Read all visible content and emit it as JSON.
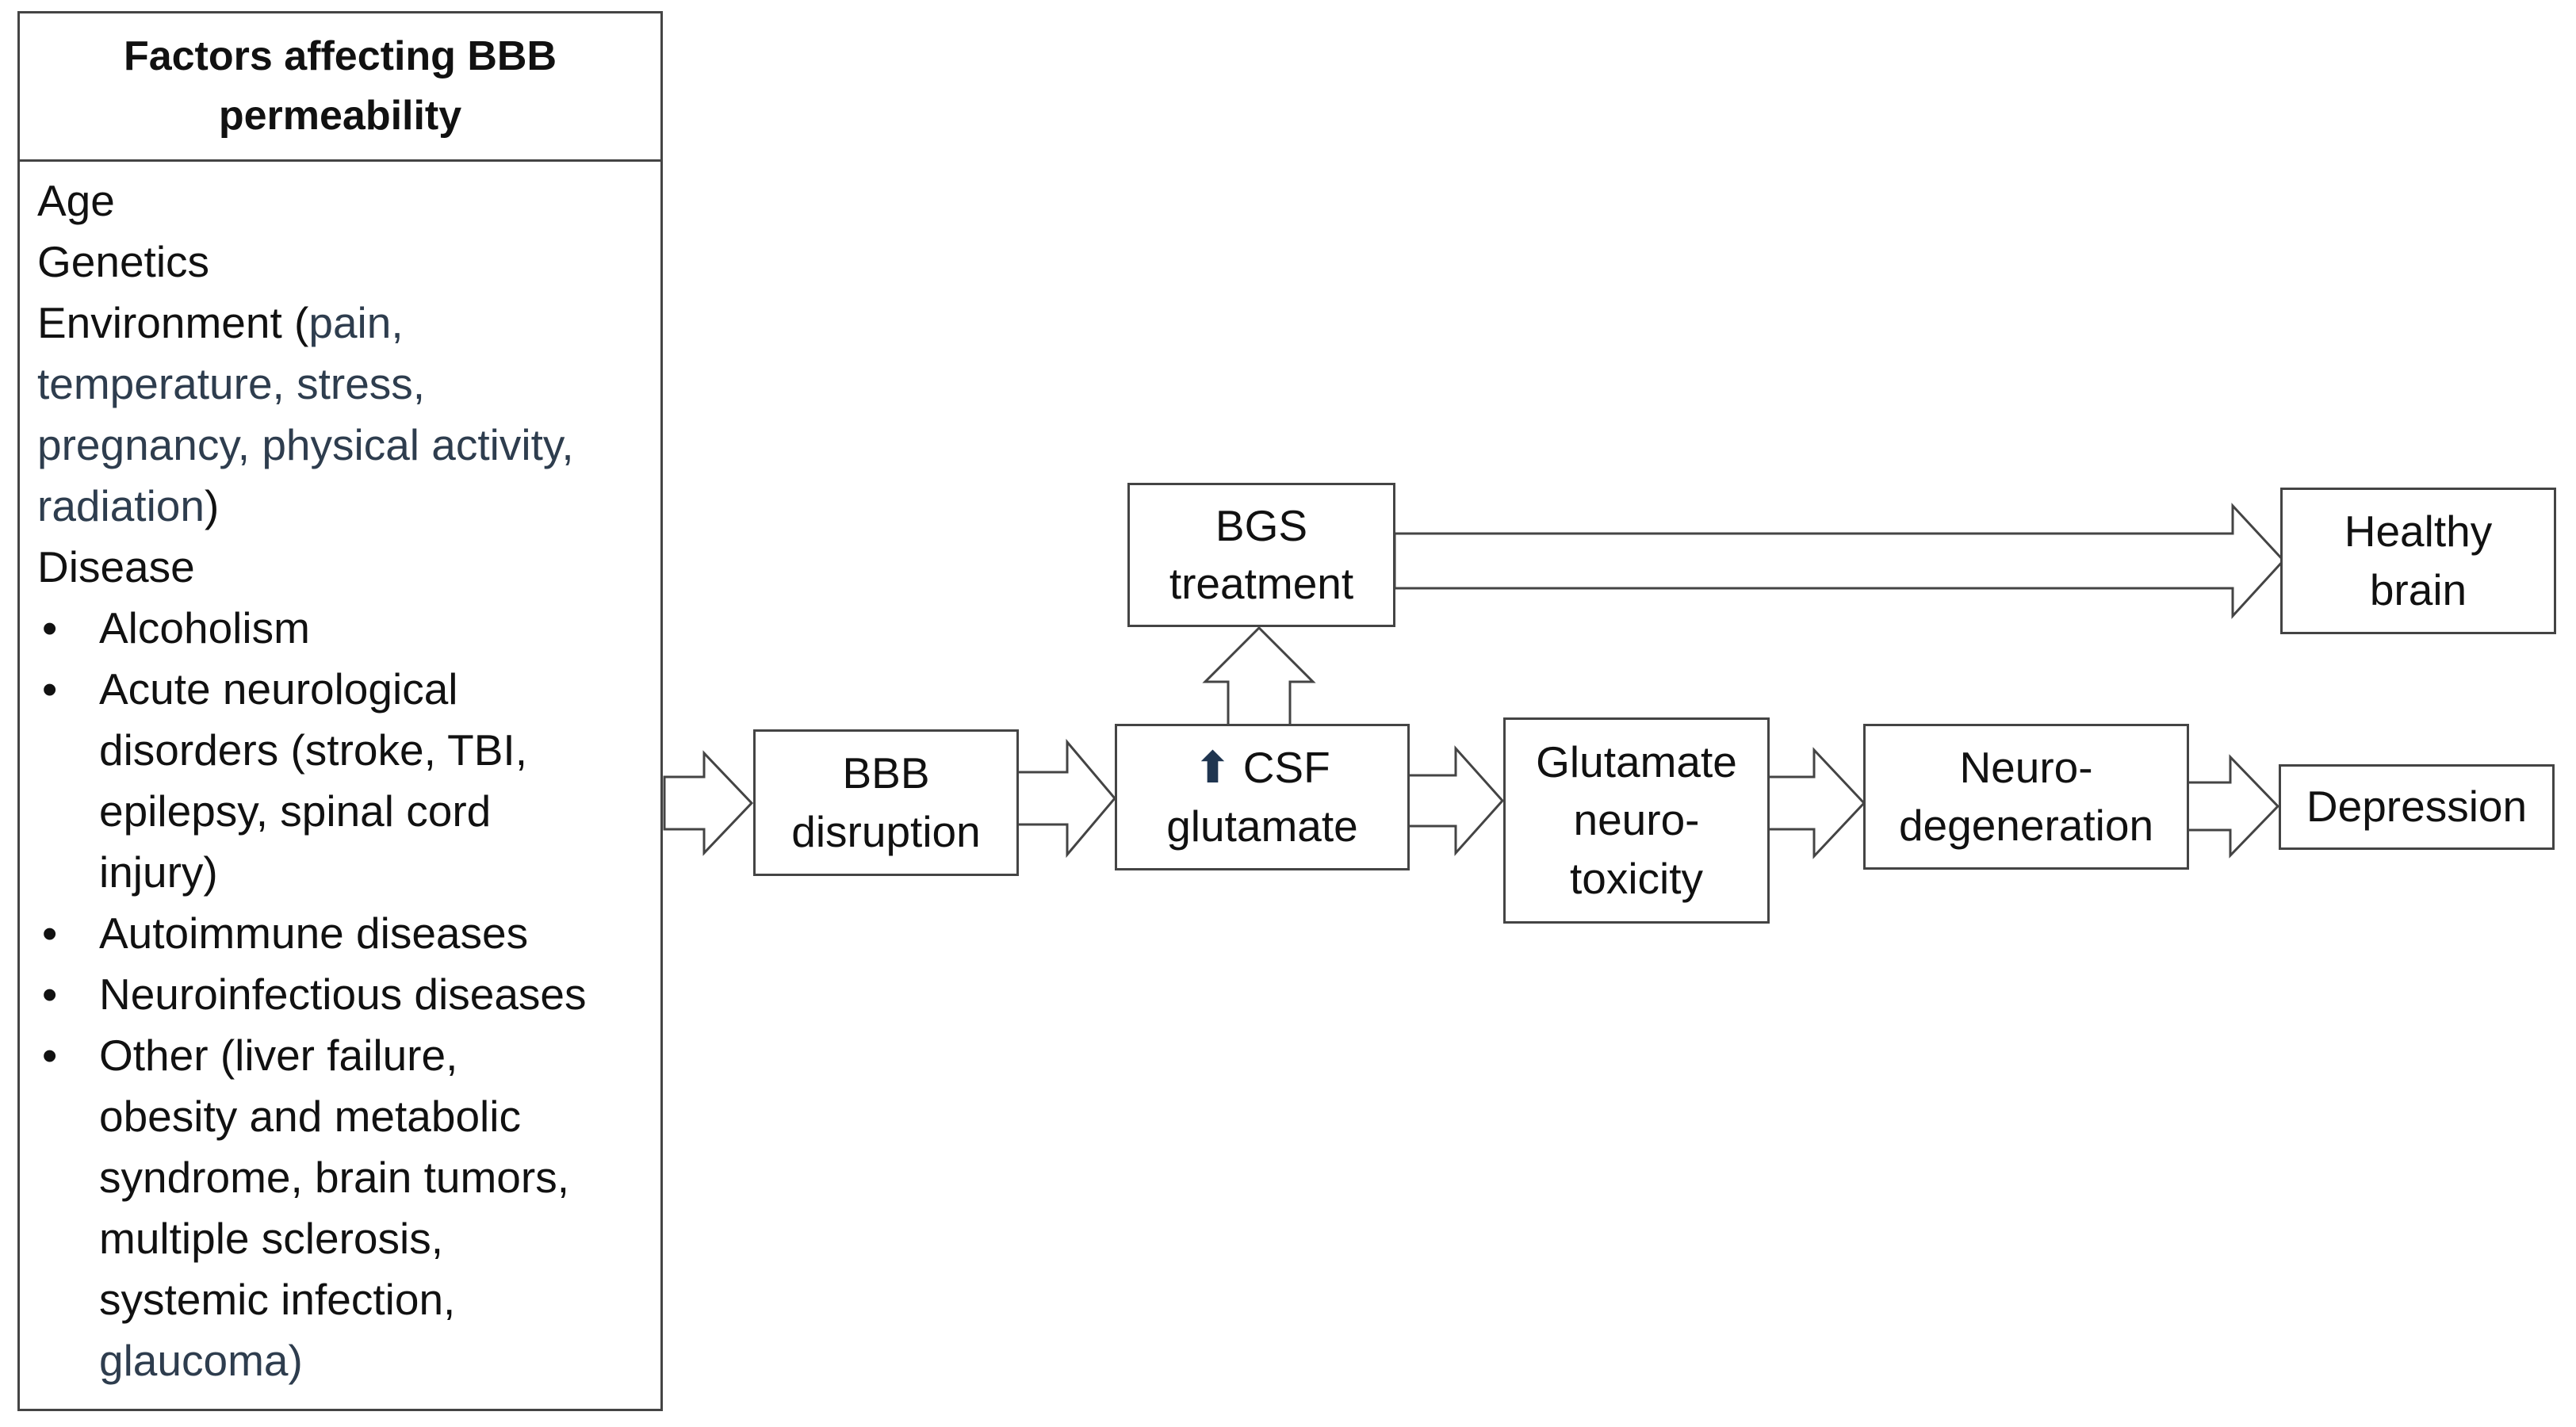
{
  "factors": {
    "title_lines": [
      "Factors affecting BBB",
      "permeability"
    ],
    "items": [
      {
        "text": "Age"
      },
      {
        "text": "Genetics"
      },
      {
        "text": "Environment (",
        "muted": "pain,"
      },
      {
        "muted": "temperature, stress,"
      },
      {
        "muted": "pregnancy, physical activity,"
      },
      {
        "muted": "radiation",
        "text": ")"
      },
      {
        "text": "Disease"
      }
    ],
    "bullet": "•",
    "diseases": [
      {
        "lines": [
          "Alcoholism"
        ]
      },
      {
        "lines": [
          "Acute neurological",
          "disorders (stroke, TBI,",
          "epilepsy, spinal cord",
          "injury)"
        ]
      },
      {
        "lines": [
          "Autoimmune diseases"
        ]
      },
      {
        "lines": [
          "Neuroinfectious diseases"
        ]
      },
      {
        "lines": [
          "Other (liver failure,",
          "obesity and metabolic",
          "syndrome, brain tumors,",
          "multiple sclerosis,",
          "systemic infection,",
          "glaucoma)"
        ]
      }
    ]
  },
  "nodes": {
    "bbb_disruption": [
      "BBB",
      "disruption"
    ],
    "csf_glutamate": {
      "up_symbol": "⬆",
      "line1": "CSF",
      "line2": "glutamate"
    },
    "bgs_treatment": [
      "BGS",
      "treatment"
    ],
    "glutamate_neurotoxicity": [
      "Glutamate",
      "neuro-",
      "toxicity"
    ],
    "neurodegeneration": [
      "Neuro-",
      "degeneration"
    ],
    "depression": [
      "Depression"
    ],
    "healthy_brain": [
      "Healthy",
      "brain"
    ]
  },
  "colors": {
    "border": "#444444",
    "muted_text": "#2e3d4e",
    "up_arrow": "#1f3550"
  }
}
